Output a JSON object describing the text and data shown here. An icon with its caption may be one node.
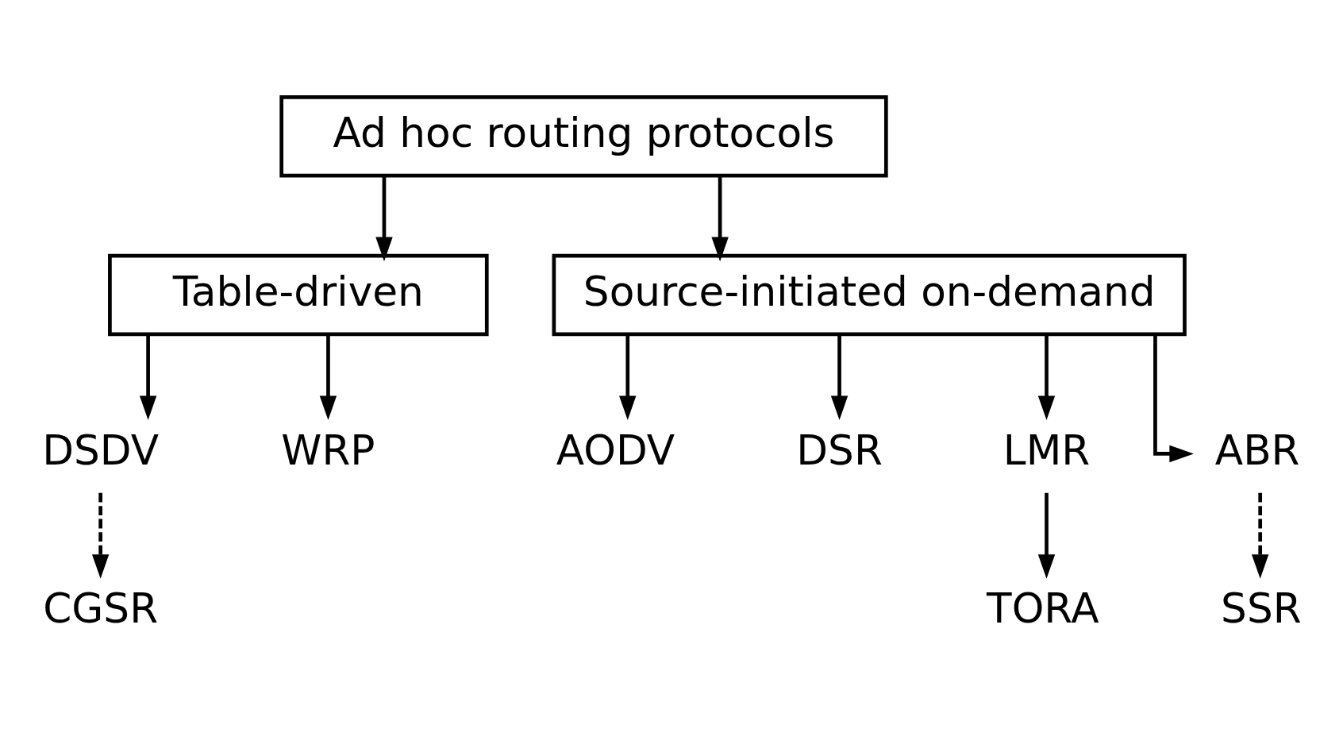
{
  "diagram": {
    "nodes": [
      {
        "text": [
          "Ad hoc routing protocols"
        ]
      },
      {
        "text": [
          "Table-driven"
        ]
      },
      {
        "text": [
          "Source-initiated on-demand"
        ]
      },
      {
        "text": [
          "DSDV"
        ]
      },
      {
        "text": [
          "WRP"
        ]
      },
      {
        "text": [
          "AODV"
        ]
      },
      {
        "text": [
          "DSR"
        ]
      },
      {
        "text": [
          "LMR"
        ]
      },
      {
        "text": [
          "ABR"
        ]
      },
      {
        "text": [
          "CGSR"
        ]
      },
      {
        "text": [
          "TORA"
        ]
      },
      {
        "text": [
          "SSR"
        ]
      }
    ],
    "edges": [
      {
        "from": 0,
        "to": 1,
        "arrow": "to"
      },
      {
        "from": 0,
        "to": 2,
        "arrow": "to"
      },
      {
        "from": 1,
        "to": 3,
        "arrow": "to"
      },
      {
        "from": 1,
        "to": 4,
        "arrow": "to"
      },
      {
        "from": 2,
        "to": 5,
        "arrow": "to"
      },
      {
        "from": 2,
        "to": 6,
        "arrow": "to"
      },
      {
        "from": 2,
        "to": 7,
        "arrow": "to"
      },
      {
        "from": 2,
        "to": 8,
        "arrow": "to"
      },
      {
        "from": 3,
        "to": 9,
        "arrow": "to",
        "style": "dashed"
      },
      {
        "from": 7,
        "to": 10,
        "arrow": "to"
      },
      {
        "from": 8,
        "to": 11,
        "arrow": "to",
        "style": "dashed"
      }
    ]
  }
}
